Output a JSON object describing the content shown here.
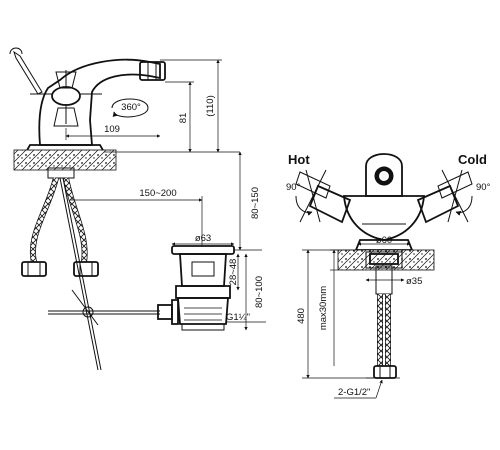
{
  "labels": {
    "hot": "Hot",
    "cold": "Cold"
  },
  "dimensions": {
    "rotation": "360°",
    "spout_reach": "109",
    "spout_height_81": "81",
    "total_height_110": "(110)",
    "hose_offset": "150~200",
    "adjust_80_150": "80~150",
    "drain_diameter": "ø63",
    "drain_28_48": "28~48",
    "drain_80_100": "80~100",
    "drain_thread": "G1¼\"",
    "handle_rotation_left": "90°",
    "handle_rotation_right": "90°",
    "base_diameter": "ø60",
    "mount_hole": "ø35",
    "hose_length": "480",
    "max_deck": "max30mm",
    "hose_thread": "2-G1/2\""
  }
}
